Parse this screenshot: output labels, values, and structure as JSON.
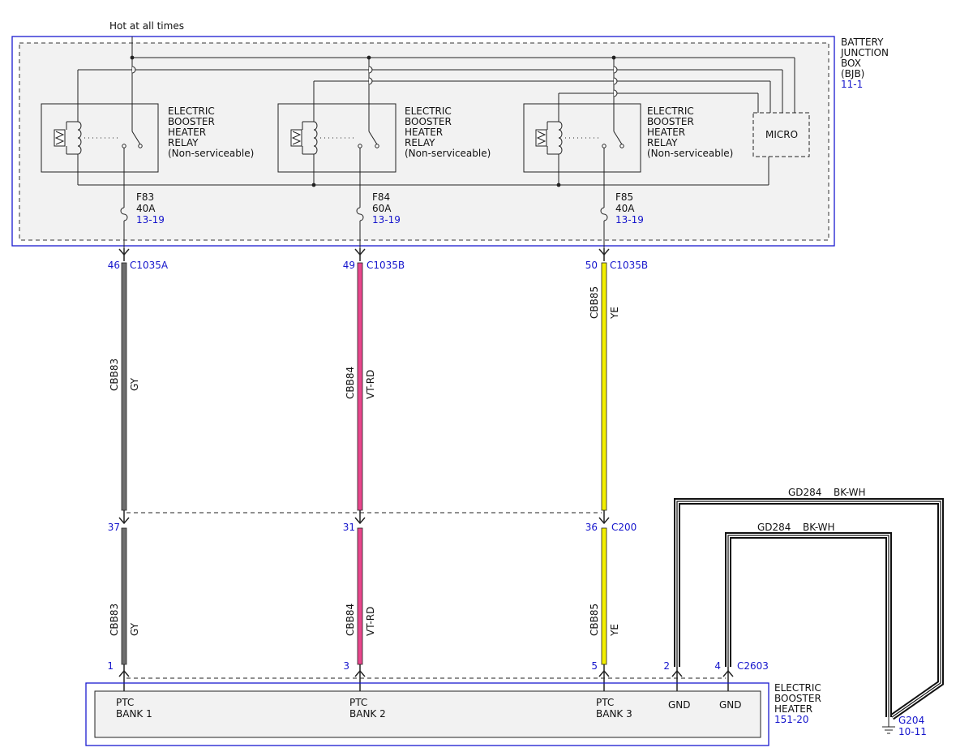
{
  "top_label": "Hot at all times",
  "bjb": {
    "name_lines": [
      "BATTERY",
      "JUNCTION",
      "BOX",
      "(BJB)"
    ],
    "ref": "11-1",
    "micro_label": "MICRO"
  },
  "relay_label_lines": [
    "ELECTRIC",
    "BOOSTER",
    "HEATER",
    "RELAY",
    "(Non-serviceable)"
  ],
  "fuses": [
    {
      "name": "F83",
      "rating": "40A",
      "ref": "13-19"
    },
    {
      "name": "F84",
      "rating": "60A",
      "ref": "13-19"
    },
    {
      "name": "F85",
      "rating": "40A",
      "ref": "13-19"
    }
  ],
  "circuits": [
    {
      "pin_bjb": "46",
      "conn_bjb": "C1035A",
      "circuit": "CBB83",
      "color_code": "GY",
      "wire_color": "#6e6e6e",
      "pin_c200": "37",
      "pin_heater": "1",
      "bank": [
        "PTC",
        "BANK 1"
      ]
    },
    {
      "pin_bjb": "49",
      "conn_bjb": "C1035B",
      "circuit": "CBB84",
      "color_code": "VT-RD",
      "wire_color": "#e8468c",
      "pin_c200": "31",
      "pin_heater": "3",
      "bank": [
        "PTC",
        "BANK 2"
      ]
    },
    {
      "pin_bjb": "50",
      "conn_bjb": "C1035B",
      "circuit": "CBB85",
      "color_code": "YE",
      "wire_color": "#f2ee00",
      "pin_c200": "36",
      "pin_heater": "5",
      "bank": [
        "PTC",
        "BANK 3"
      ]
    }
  ],
  "inline_connector": "C200",
  "grounds": [
    {
      "pin": "2",
      "circuit": "GD284",
      "color_code": "BK-WH",
      "label": "GND"
    },
    {
      "pin": "4",
      "circuit": "GD284",
      "color_code": "BK-WH",
      "label": "GND"
    }
  ],
  "heater_connector": "C2603",
  "ground_point": {
    "name": "G204",
    "ref": "10-11"
  },
  "heater": {
    "name_lines": [
      "ELECTRIC",
      "BOOSTER",
      "HEATER"
    ],
    "ref": "151-20"
  },
  "colors": {
    "frame": "#1a1ad0",
    "ref_text": "#1515cc",
    "box_fill": "#f2f2f2"
  }
}
